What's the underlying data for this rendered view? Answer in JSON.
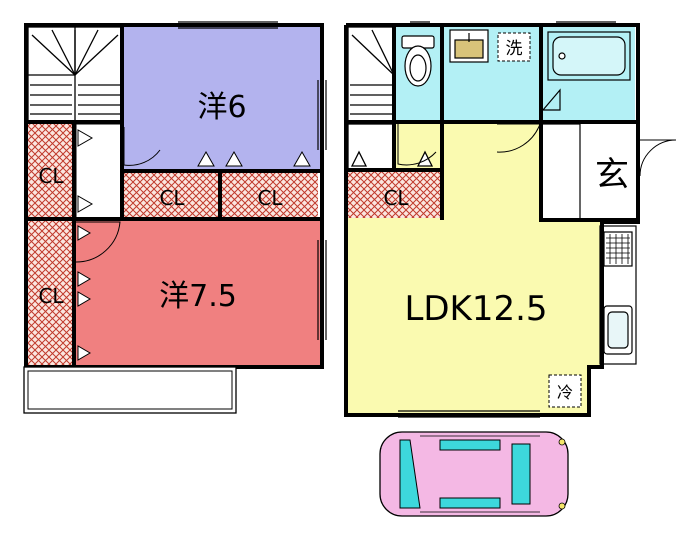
{
  "floor_plan": {
    "second_floor": {
      "rooms": [
        {
          "id": "western-room-6",
          "label": "洋6",
          "color": "#b3b3ee"
        },
        {
          "id": "western-room-7-5",
          "label": "洋7.5",
          "color": "#f08080"
        }
      ],
      "closets": [
        "CL",
        "CL",
        "CL",
        "CL"
      ]
    },
    "first_floor": {
      "rooms": [
        {
          "id": "ldk",
          "label": "LDK12.5",
          "color": "#fafab0"
        },
        {
          "id": "entrance",
          "label": "玄",
          "color": "#ffffff"
        }
      ],
      "closets": [
        "CL"
      ],
      "fixtures": {
        "washer": "洗",
        "refrigerator": "冷"
      },
      "wet_area_color": "#b3f0f5"
    },
    "parking": {
      "car_color": "#f4b8e4",
      "window_color": "#3dd8dc"
    },
    "closet_pattern_color": "#c0392b"
  }
}
